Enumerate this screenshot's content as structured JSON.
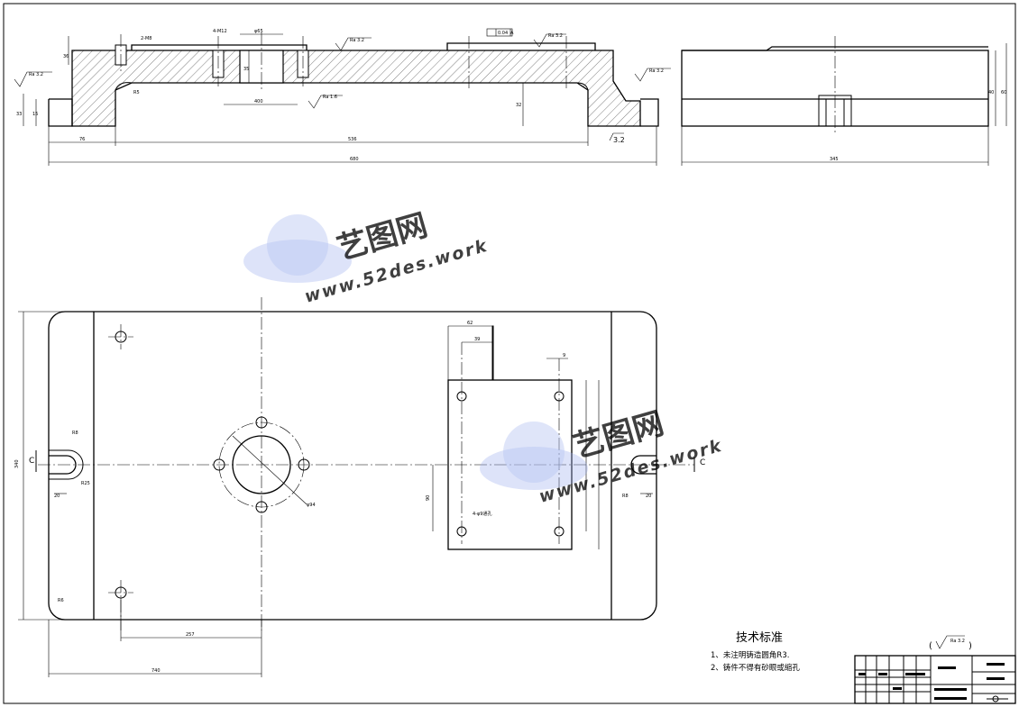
{
  "front_view": {
    "dims": {
      "overall_width": "680",
      "inner_width": "536",
      "left_offset": "76",
      "edge_height_a": "33",
      "edge_height_b": "15",
      "inner_depth": "32",
      "top_thickness": "36",
      "hole_spacing": "400",
      "bore_dia": "φ65",
      "counterbore_depth": "35",
      "thread_a": "2-M8",
      "thread_b": "4-M12",
      "fillet": "R5"
    },
    "roughness": [
      "Ra 3.2",
      "Ra 3.2",
      "Ra 3.2",
      "Ra 3.2",
      "Ra 1.6",
      "Ra 3.2"
    ],
    "flatness_tolerance": "0.04",
    "datum": "A",
    "rough_symbol": "3.2"
  },
  "side_view": {
    "dims": {
      "overall_width": "345",
      "height_a": "40",
      "height_b": "60"
    }
  },
  "plan_view": {
    "dims": {
      "height": "340",
      "hole_offset_x": "257",
      "overall_length": "740",
      "slot_radius": "R8",
      "slot_width": "20",
      "slot_radius_right": "R8",
      "slot_width_right": "20",
      "bolt_circle": "φ94",
      "corner_radius": "R25",
      "slot_angle": "R6",
      "pocket_width": "62",
      "pocket_offset": "39",
      "pocket_small": "9",
      "pocket_height": "90",
      "hole_callout": "4-φ9通孔"
    },
    "section_marks": [
      "C",
      "C"
    ]
  },
  "watermark": {
    "brand": "艺图网",
    "url": "www.52des.work"
  },
  "technical": {
    "title": "技术标准",
    "notes": [
      "1、未注明铸造圆角R3.",
      "2、铸件不得有砂眼或缩孔"
    ]
  },
  "general_roughness": "Ra 3.2"
}
